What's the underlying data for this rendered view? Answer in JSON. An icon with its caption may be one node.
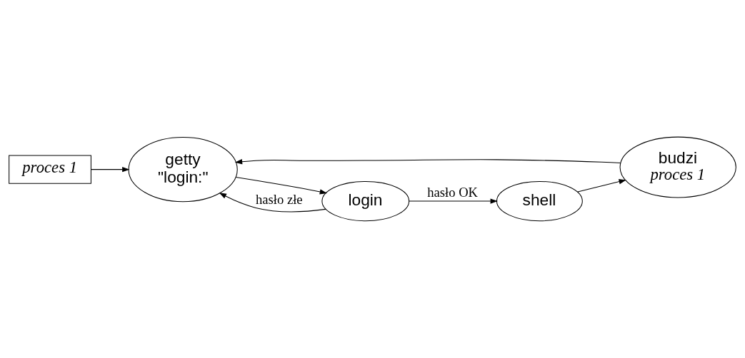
{
  "diagram": {
    "nodes": [
      {
        "text": [
          "proces 1"
        ]
      },
      {
        "text": [
          "budzi",
          "proces 1"
        ]
      },
      {
        "text": [
          "shell"
        ]
      },
      {
        "text": [
          "getty",
          "\"login:\""
        ]
      },
      {
        "text": [
          "login"
        ]
      }
    ],
    "edges": [
      {
        "from": 0,
        "to": 3,
        "arrow": "to"
      },
      {
        "from": 1,
        "to": 3,
        "arrow": "to"
      },
      {
        "from": 2,
        "to": 1,
        "arrow": "to"
      },
      {
        "from": 4,
        "to": 3,
        "arrow": "to",
        "label": "hasło złe"
      },
      {
        "from": 3,
        "to": 4,
        "arrow": "to"
      },
      {
        "from": 4,
        "to": 2,
        "arrow": "to",
        "label": "hasło OK"
      }
    ]
  }
}
